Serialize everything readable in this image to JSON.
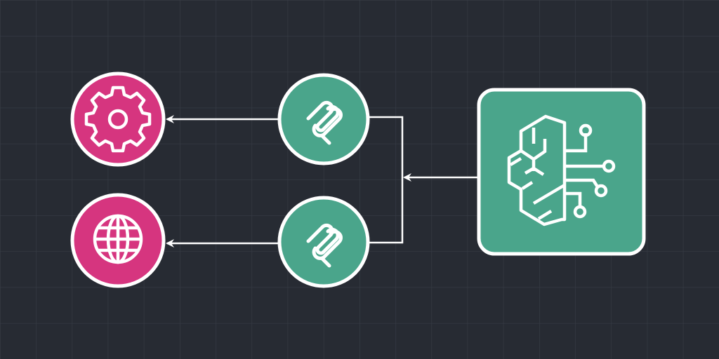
{
  "colors": {
    "background": "#272b33",
    "grid": "#373c45",
    "node_green": "#4aa58b",
    "node_pink": "#d6357f",
    "stroke": "#ffffff"
  },
  "nodes": [
    {
      "id": "brain",
      "icon": "brain-circuit-icon",
      "shape": "rounded-square",
      "color": "green"
    },
    {
      "id": "router-top",
      "icon": "coil-icon",
      "shape": "circle",
      "color": "green"
    },
    {
      "id": "router-bottom",
      "icon": "coil-icon",
      "shape": "circle",
      "color": "green"
    },
    {
      "id": "settings",
      "icon": "gear-icon",
      "shape": "circle",
      "color": "pink"
    },
    {
      "id": "web",
      "icon": "globe-icon",
      "shape": "circle",
      "color": "pink"
    }
  ],
  "edges": [
    {
      "from": "brain",
      "to": [
        "router-top",
        "router-bottom"
      ]
    },
    {
      "from": "router-top",
      "to": "settings"
    },
    {
      "from": "router-bottom",
      "to": "web"
    }
  ]
}
